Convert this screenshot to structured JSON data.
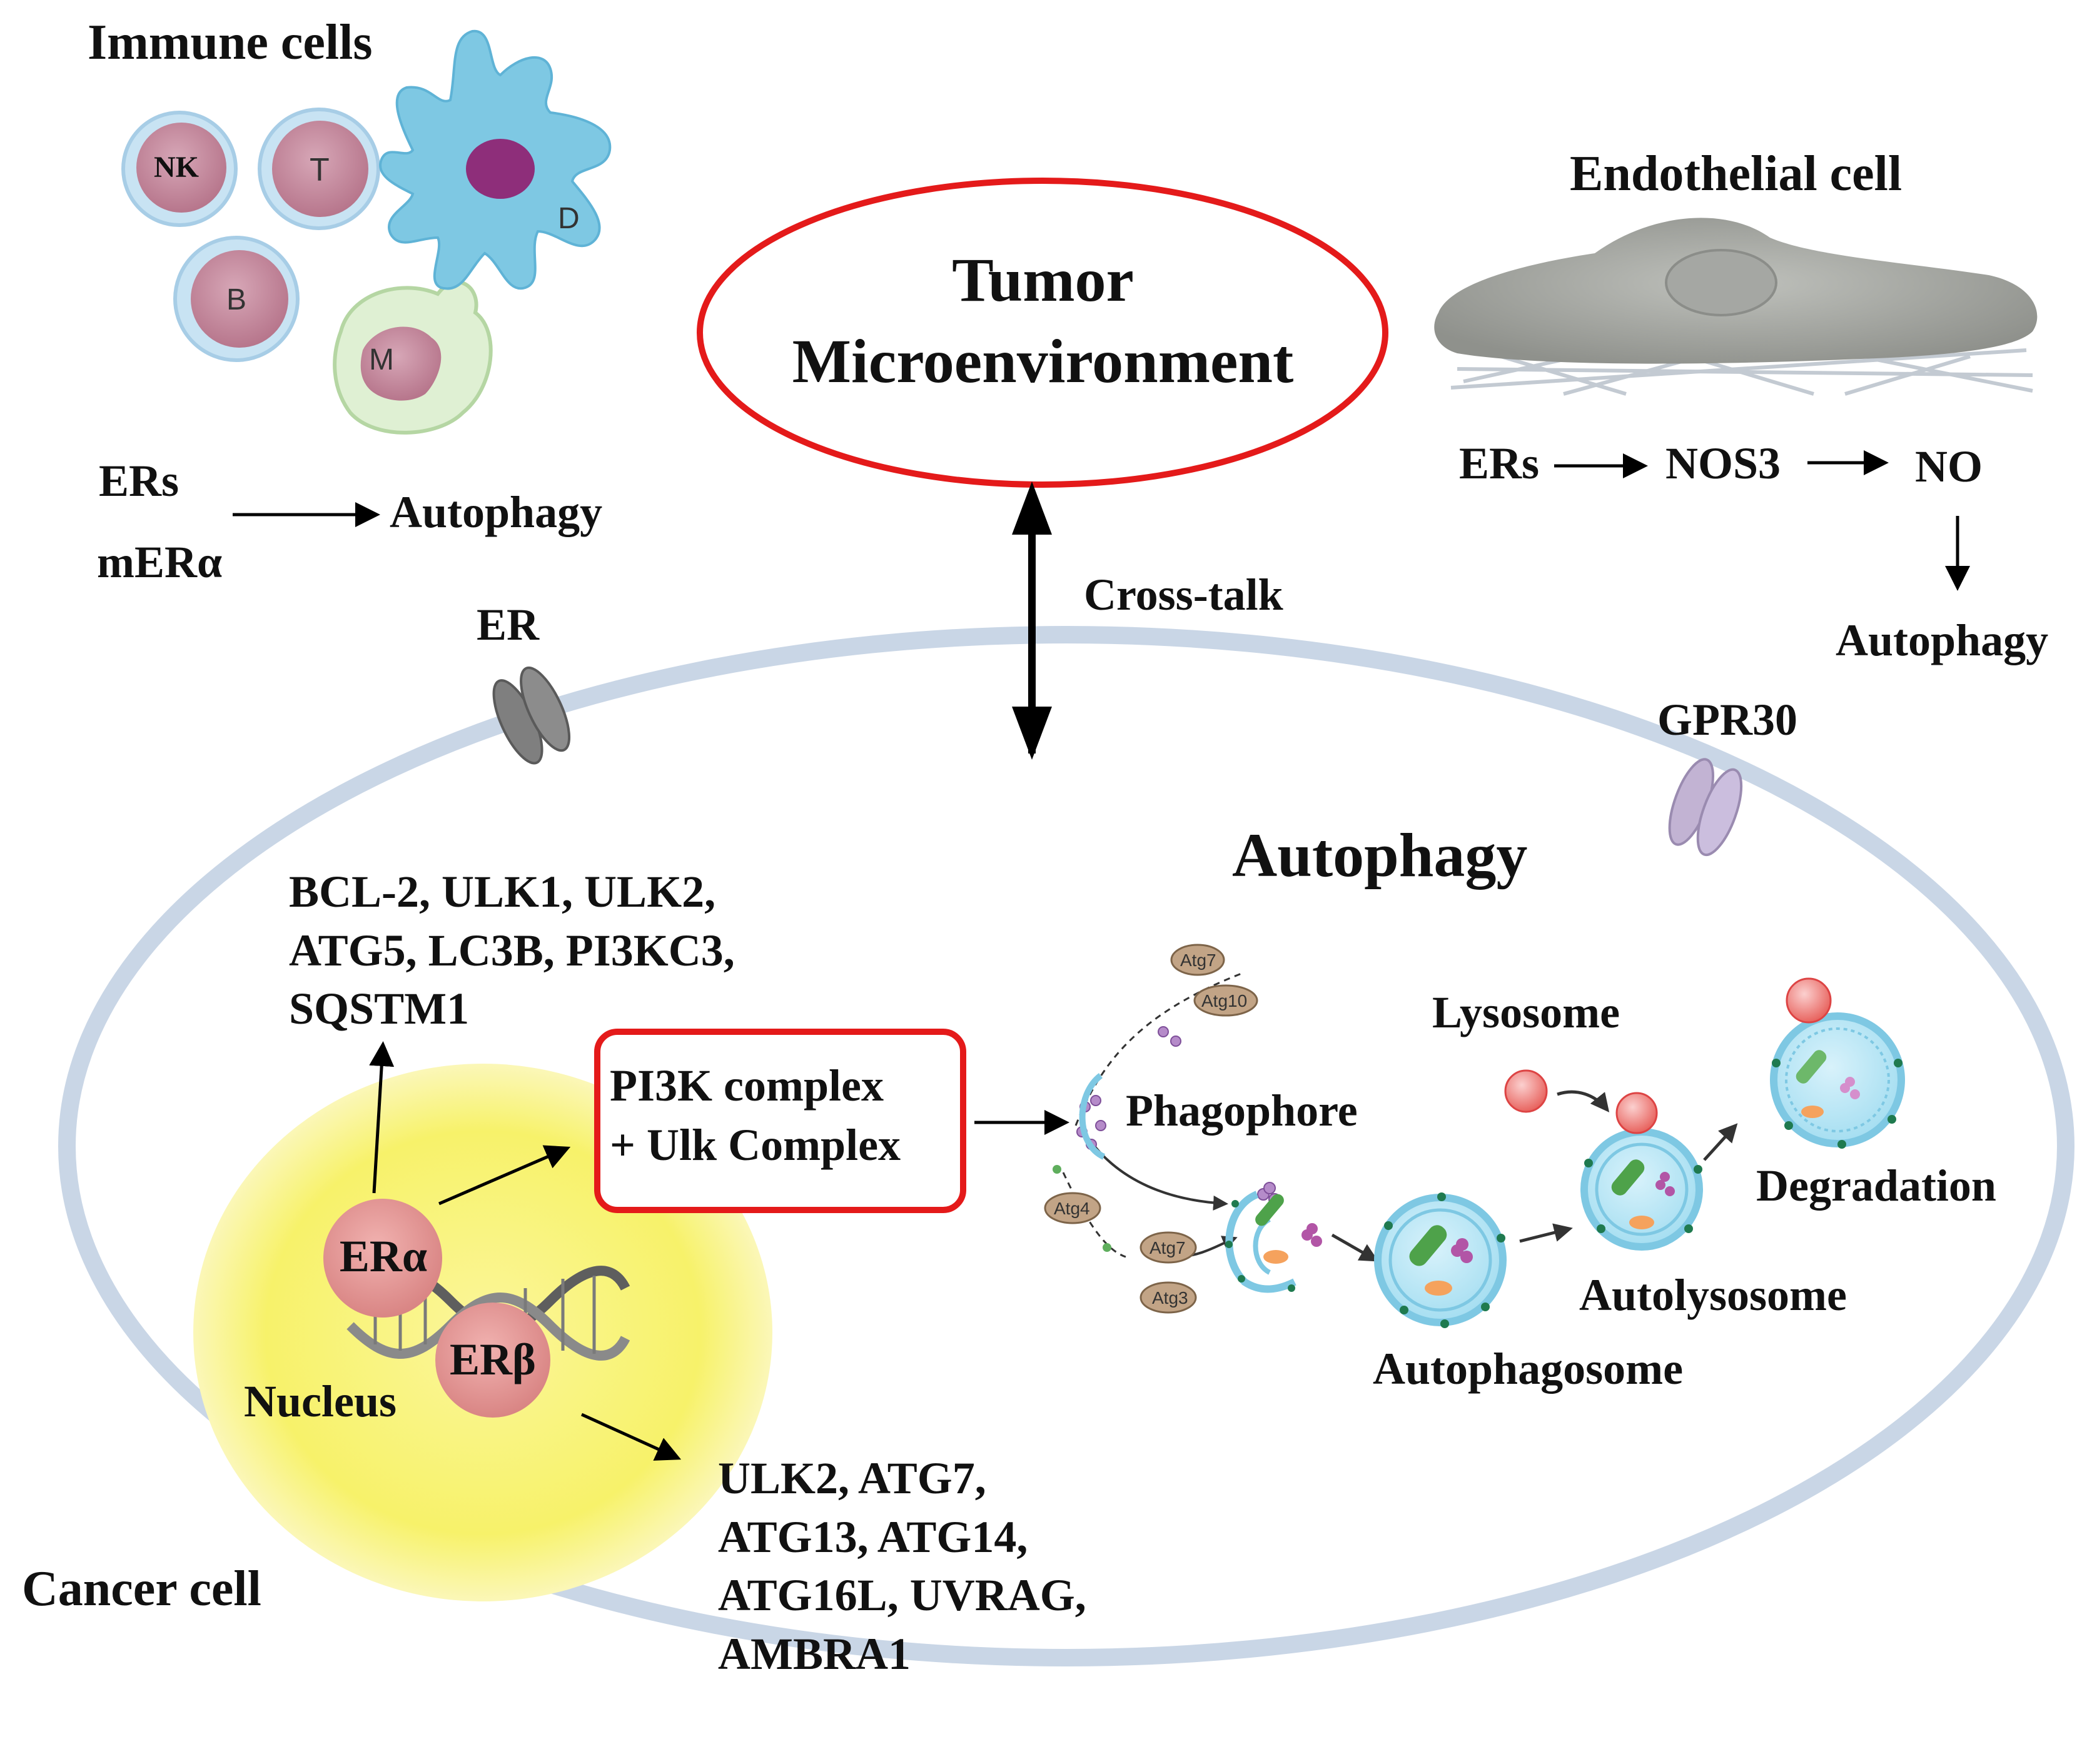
{
  "immune": {
    "title": "Immune cells",
    "cells": {
      "nk": "NK",
      "t": "T",
      "b": "B",
      "m": "M",
      "d": "D"
    },
    "pathway": {
      "source1": "ERs",
      "source2": "mERα",
      "target": "Autophagy"
    }
  },
  "tumor": {
    "title_line1": "Tumor",
    "title_line2": "Microenvironment",
    "crosstalk": "Cross-talk"
  },
  "endothelial": {
    "title": "Endothelial cell",
    "step1": "ERs",
    "step2": "NOS3",
    "step3": "NO",
    "step4": "Autophagy"
  },
  "cancer": {
    "label": "Cancer cell",
    "er_receptor": "ER",
    "gpr30": "GPR30",
    "nucleus": "Nucleus",
    "era": "ERα",
    "erb": "ERβ",
    "era_targets": "BCL-2, ULK1, ULK2,\nATG5, LC3B, PI3KC3,\nSQSTM1",
    "erb_targets": "ULK2, ATG7,\nATG13, ATG14,\nATG16L, UVRAG,\nAMBRA1",
    "complex_line1": "PI3K complex",
    "complex_line2": "+ Ulk  Complex"
  },
  "autophagy": {
    "title": "Autophagy",
    "phagophore": "Phagophore",
    "lysosome": "Lysosome",
    "autophagosome": "Autophagosome",
    "autolysosome": "Autolysosome",
    "degradation": "Degradation",
    "atg": {
      "atg7a": "Atg7",
      "atg10": "Atg10",
      "atg4": "Atg4",
      "atg7b": "Atg7",
      "atg3": "Atg3"
    }
  },
  "colors": {
    "membrane": "#c9d6e6",
    "nucleus": "#f7f26a",
    "er_pink": "#e0918f",
    "accent_red": "#e41a1a",
    "vesicle_blue": "#87d2ec",
    "lysosome_red": "#f07f7c",
    "immune_cell": "#c98ea0",
    "endothelial_grey": "#a9aba6"
  }
}
